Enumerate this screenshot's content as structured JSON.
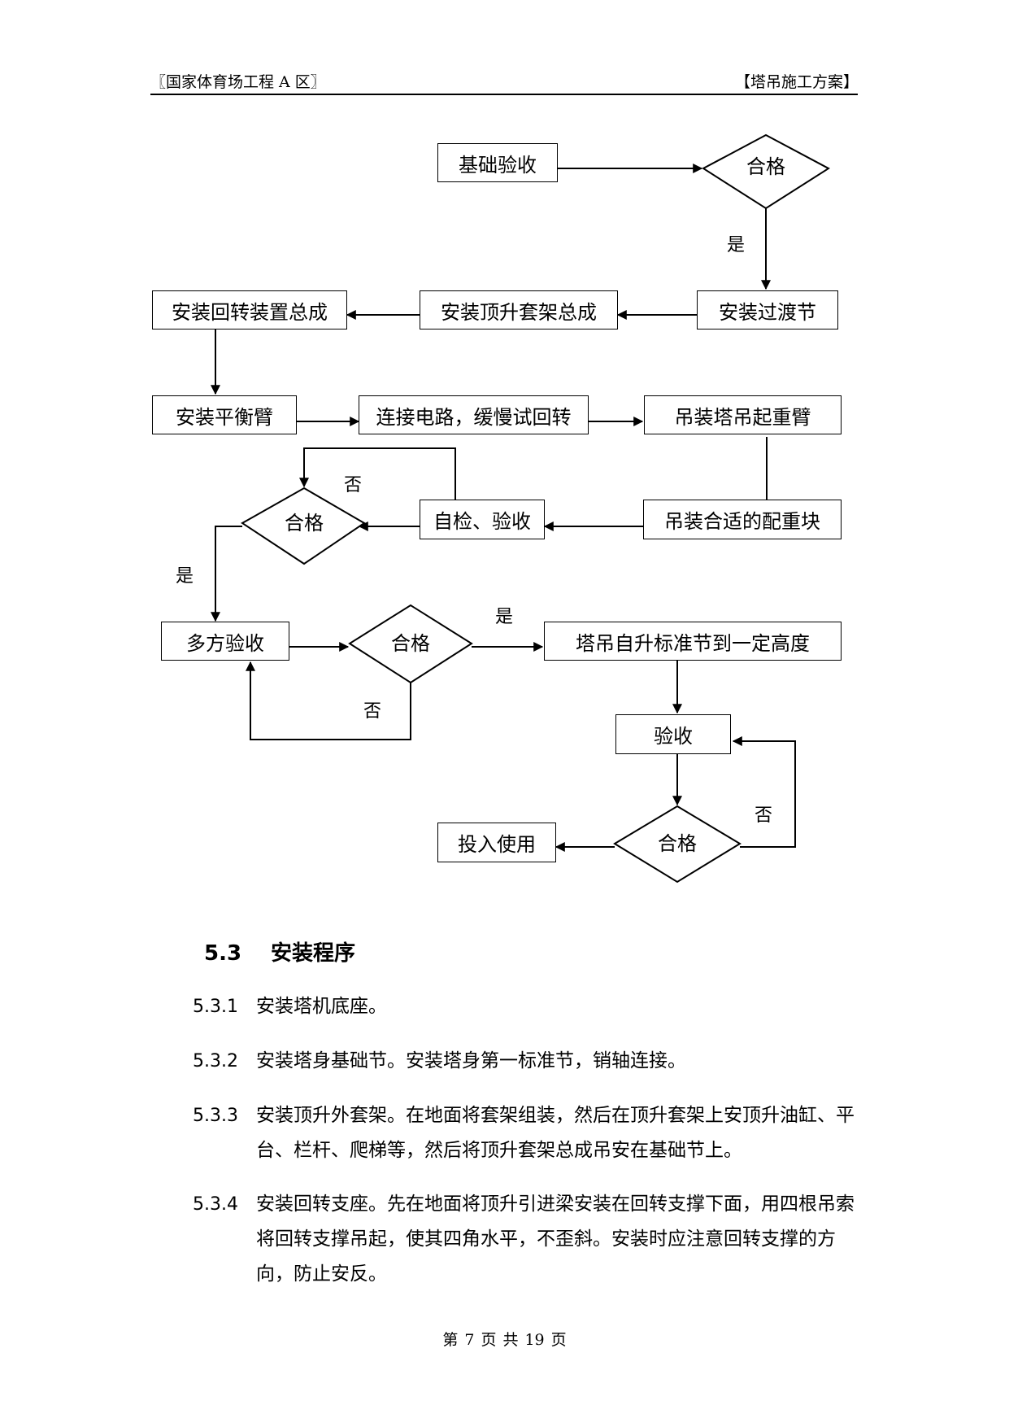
{
  "header": {
    "left": "〖国家体育场工程 A 区〗",
    "right": "【塔吊施工方案】"
  },
  "flowchart": {
    "boxes": {
      "foundation": "基础验收",
      "transition": "安装过渡节",
      "jacking_frame": "安装顶升套架总成",
      "slewing": "安装回转装置总成",
      "counter_jib": "安装平衡臂",
      "wiring": "连接电路，缓慢试回转",
      "hoist_jib": "吊装塔吊起重臂",
      "counterweight": "吊装合适的配重块",
      "self_check": "自检、验收",
      "multi_accept": "多方验收",
      "self_raise": "塔吊自升标准节到一定高度",
      "accept": "验收",
      "in_use": "投入使用"
    },
    "decisions": {
      "d1": "合格",
      "d2": "合格",
      "d3": "合格",
      "d4": "合格"
    },
    "labels": {
      "yes1": "是",
      "no1": "否",
      "yes2": "是",
      "yes3": "是",
      "no3": "否",
      "no4": "否"
    }
  },
  "section": {
    "number": "5.3",
    "title": "安装程序"
  },
  "paragraphs": [
    {
      "num": "5.3.1",
      "text": "安装塔机底座。"
    },
    {
      "num": "5.3.2",
      "text": "安装塔身基础节。安装塔身第一标准节，销轴连接。"
    },
    {
      "num": "5.3.3",
      "text": "安装顶升外套架。在地面将套架组装，然后在顶升套架上安顶升油缸、平台、栏杆、爬梯等，然后将顶升套架总成吊安在基础节上。"
    },
    {
      "num": "5.3.4",
      "text": "安装回转支座。先在地面将顶升引进梁安装在回转支撑下面，用四根吊索将回转支撑吊起，使其四角水平，不歪斜。安装时应注意回转支撑的方向，防止安反。"
    }
  ],
  "footer": {
    "p1": "第",
    "page": "7",
    "p2": "页",
    "p3": "共",
    "total": "19",
    "p4": "页"
  }
}
